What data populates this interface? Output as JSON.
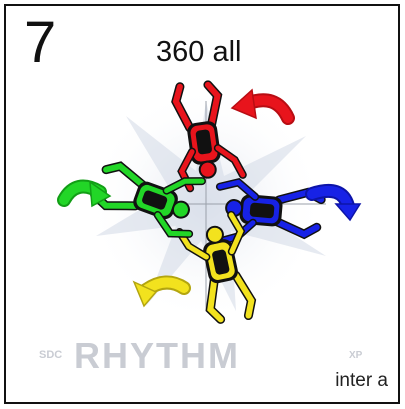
{
  "card": {
    "number": "7",
    "title": "360 all",
    "note": "inter a"
  },
  "watermark": {
    "prefix": "SDC",
    "brand": "RHYTHM",
    "suffix": "XP"
  },
  "colors": {
    "red": "#e8141c",
    "green": "#22d627",
    "blue": "#1722e6",
    "yellow": "#f2e21e",
    "body_dark": "#111111",
    "watermark": "#c9ccd3"
  },
  "jumpers": [
    {
      "color": "red",
      "rotation_direction": "counter-clockwise",
      "arrow_icon": "curved-arrow-red-icon"
    },
    {
      "color": "blue",
      "rotation_direction": "clockwise",
      "arrow_icon": "curved-arrow-blue-icon"
    },
    {
      "color": "yellow",
      "rotation_direction": "counter-clockwise",
      "arrow_icon": "curved-arrow-yellow-icon"
    },
    {
      "color": "green",
      "rotation_direction": "clockwise",
      "arrow_icon": "curved-arrow-green-icon"
    }
  ]
}
